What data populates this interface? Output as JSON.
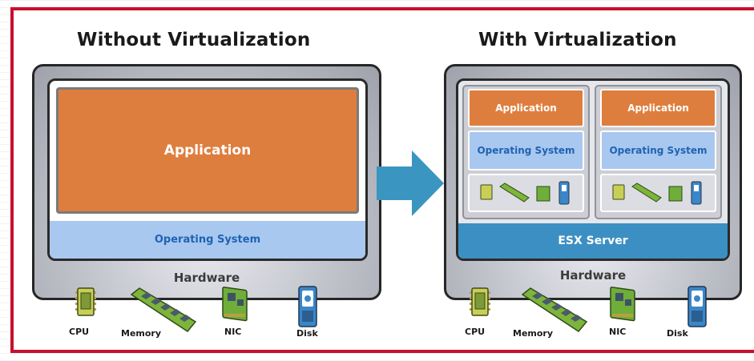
{
  "left": {
    "title": "Without Virtualization",
    "application": "Application",
    "os": "Operating System",
    "hardware": "Hardware"
  },
  "right": {
    "title": "With Virtualization",
    "vms": [
      {
        "application": "Application",
        "os": "Operating System"
      },
      {
        "application": "Application",
        "os": "Operating System"
      }
    ],
    "hypervisor": "ESX Server",
    "hardware": "Hardware"
  },
  "components": [
    "CPU",
    "Memory",
    "NIC",
    "Disk"
  ],
  "colors": {
    "frame": "#c8102e",
    "application": "#de7e3e",
    "os": "#a9c8ef",
    "esx": "#3c8fc2",
    "arrow": "#3a96c0"
  }
}
